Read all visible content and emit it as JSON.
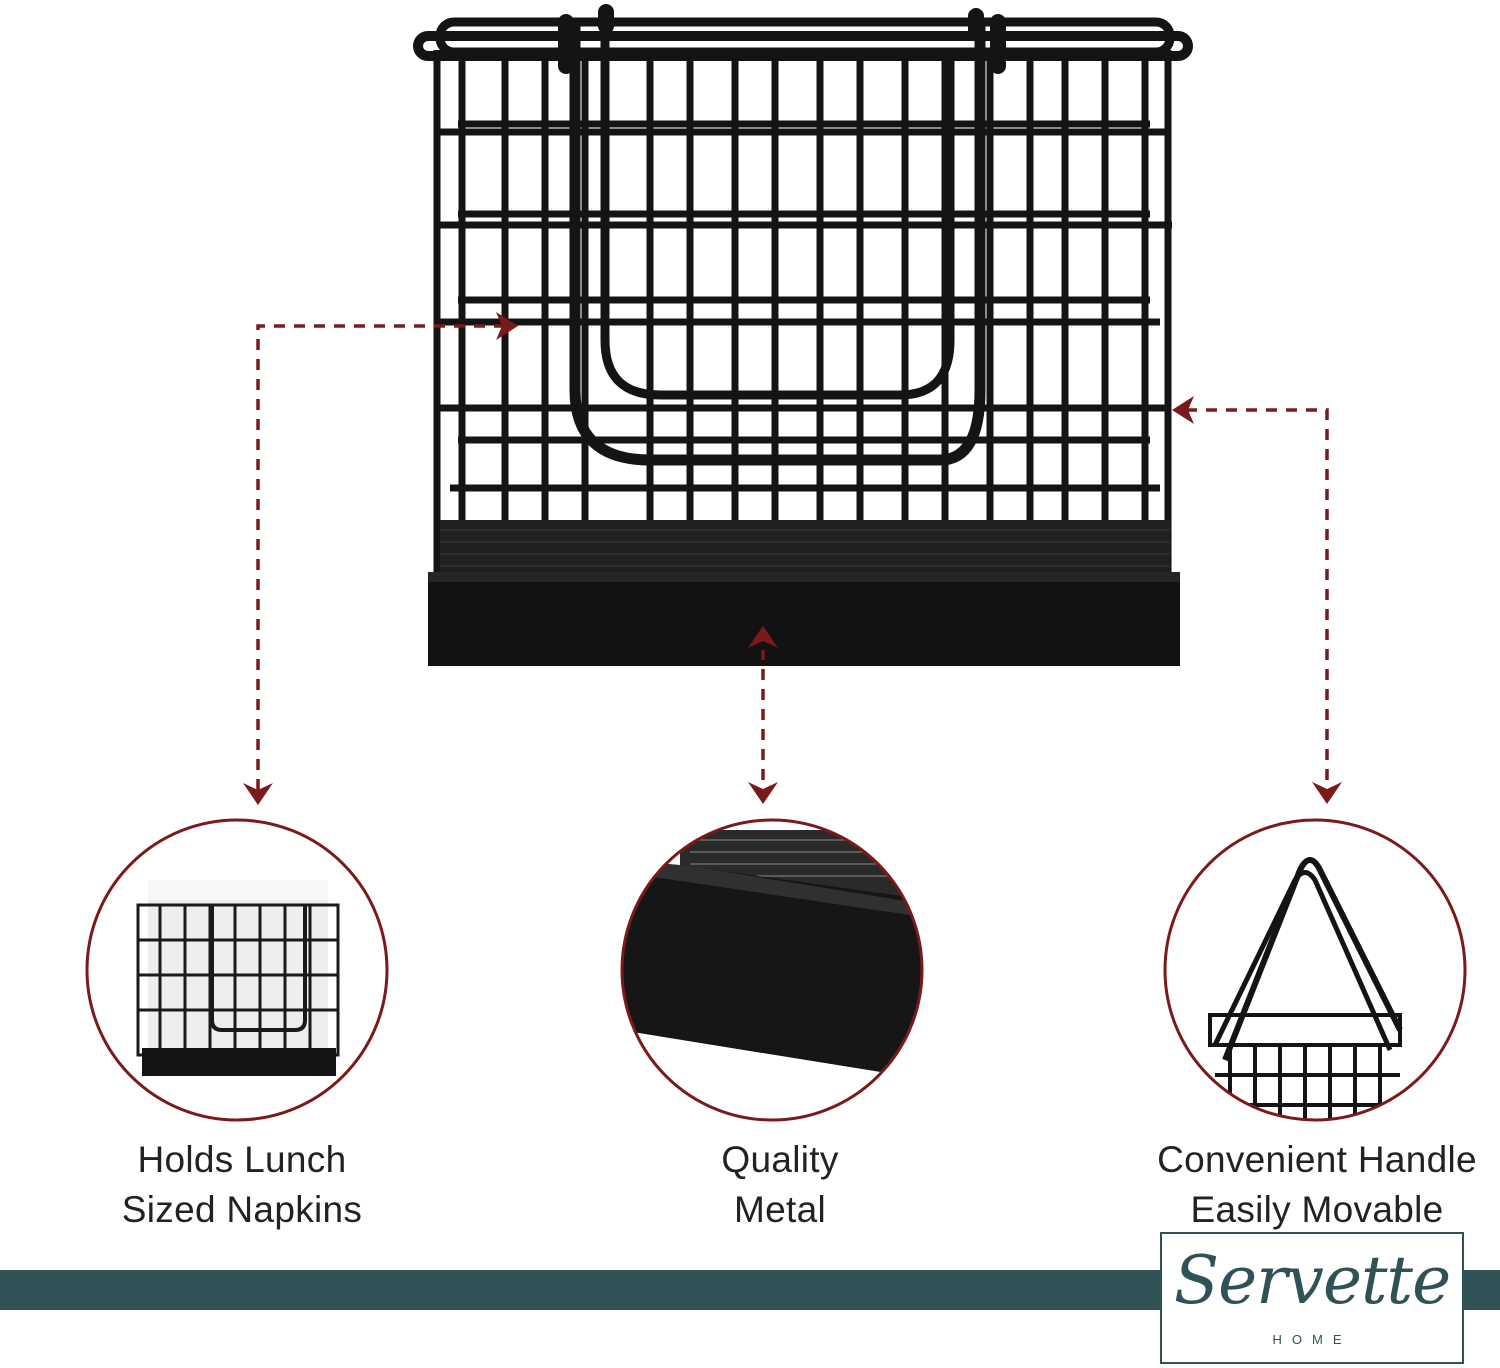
{
  "features": [
    {
      "line1": "Holds Lunch",
      "line2": "Sized Napkins"
    },
    {
      "line1": "Quality",
      "line2": "Metal"
    },
    {
      "line1": "Convenient Handle",
      "line2": "Easily Movable"
    }
  ],
  "brand": {
    "name": "Servette",
    "sub": "HOME"
  },
  "colors": {
    "accent": "#7a1a1a",
    "brand": "#2f5256",
    "product": "#141414"
  }
}
